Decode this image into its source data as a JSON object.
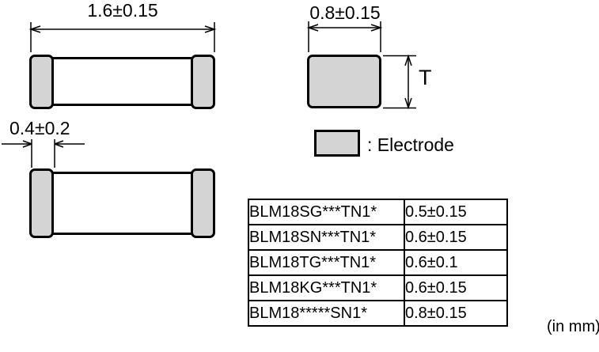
{
  "page": {
    "units_note": "(in mm)"
  },
  "colors": {
    "electrode_fill": "#d4d4d4",
    "line_color": "#000000"
  },
  "top_view": {
    "length_dim": "1.6±0.15"
  },
  "bottom_view": {
    "electrode_width_dim": "0.4±0.2"
  },
  "end_view": {
    "width_dim": "0.8±0.15",
    "thickness_label": "T"
  },
  "legend": {
    "label": ": Electrode"
  },
  "thickness_table": {
    "rows": [
      {
        "part": "BLM18SG***TN1*",
        "thickness": "0.5±0.15"
      },
      {
        "part": "BLM18SN***TN1*",
        "thickness": "0.6±0.15"
      },
      {
        "part": "BLM18TG***TN1*",
        "thickness": "0.6±0.1"
      },
      {
        "part": "BLM18KG***TN1*",
        "thickness": "0.6±0.15"
      },
      {
        "part": "BLM18*****SN1*",
        "thickness": "0.8±0.15"
      }
    ]
  }
}
